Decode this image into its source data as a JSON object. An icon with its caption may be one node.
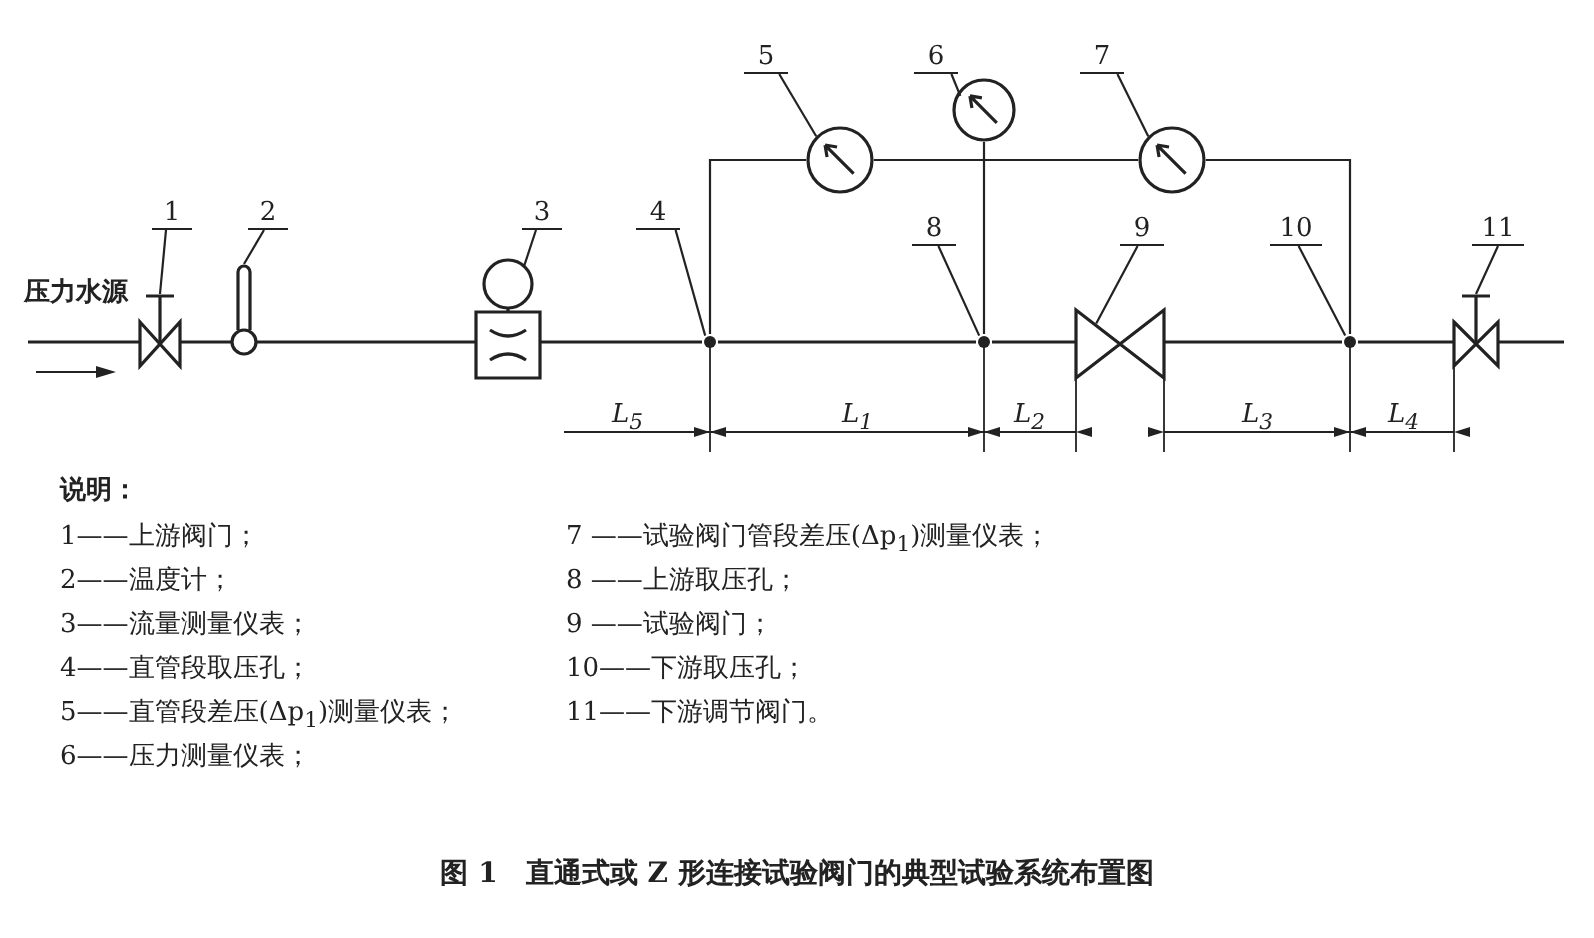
{
  "diagram": {
    "caption": "图 1　直通式或 Z 形连接试验阀门的典型试验系统布置图",
    "nodes": [
      {
        "text": [
          "1"
        ]
      },
      {
        "text": [
          "2"
        ]
      },
      {
        "text": [
          "3"
        ]
      },
      {
        "text": [
          "4"
        ]
      },
      {
        "text": [
          "5"
        ]
      },
      {
        "text": [
          "6"
        ]
      },
      {
        "text": [
          "7"
        ]
      },
      {
        "text": [
          "8"
        ]
      },
      {
        "text": [
          "9"
        ]
      },
      {
        "text": [
          "10"
        ]
      },
      {
        "text": [
          "11"
        ]
      },
      {
        "text": [],
        "shape": "valve"
      },
      {
        "text": [],
        "shape": "thermometer"
      },
      {
        "text": [],
        "shape": "flowmeter"
      },
      {
        "text": [],
        "shape": "dot"
      },
      {
        "text": [],
        "shape": "gauge"
      },
      {
        "text": [],
        "shape": "gauge"
      },
      {
        "text": [],
        "shape": "gauge"
      },
      {
        "text": [],
        "shape": "dot"
      },
      {
        "text": [],
        "shape": "valve"
      },
      {
        "text": [],
        "shape": "dot"
      },
      {
        "text": [],
        "shape": "valve"
      }
    ],
    "edges": [
      {
        "from": 0,
        "to": 11,
        "arrow": "none"
      },
      {
        "from": 1,
        "to": 12,
        "arrow": "none"
      },
      {
        "from": 2,
        "to": 13,
        "arrow": "none"
      },
      {
        "from": 3,
        "to": 14,
        "arrow": "none"
      },
      {
        "from": 4,
        "to": 15,
        "arrow": "none"
      },
      {
        "from": 5,
        "to": 16,
        "arrow": "none"
      },
      {
        "from": 6,
        "to": 17,
        "arrow": "none"
      },
      {
        "from": 7,
        "to": 18,
        "arrow": "none"
      },
      {
        "from": 8,
        "to": 19,
        "arrow": "none"
      },
      {
        "from": 9,
        "to": 20,
        "arrow": "none"
      },
      {
        "from": 10,
        "to": 21,
        "arrow": "none"
      },
      {
        "from": null,
        "to": 11,
        "arrow": "none"
      },
      {
        "from": 11,
        "to": 12,
        "arrow": "none"
      },
      {
        "from": 12,
        "to": 13,
        "arrow": "none"
      },
      {
        "from": 13,
        "to": 14,
        "arrow": "none"
      },
      {
        "from": 14,
        "to": 18,
        "arrow": "none"
      },
      {
        "from": 18,
        "to": 19,
        "arrow": "none"
      },
      {
        "from": 19,
        "to": 20,
        "arrow": "none"
      },
      {
        "from": 20,
        "to": 21,
        "arrow": "none"
      },
      {
        "from": 21,
        "to": null,
        "arrow": "none"
      },
      {
        "from": 14,
        "to": 15,
        "arrow": "none"
      },
      {
        "from": 15,
        "to": 17,
        "arrow": "none"
      },
      {
        "from": 17,
        "to": 20,
        "arrow": "none"
      },
      {
        "from": 18,
        "to": 16,
        "arrow": "none"
      }
    ],
    "labels": [
      "压力水源",
      "L$_{5}$",
      "L$_{1}$",
      "L$_{2}$",
      "L$_{3}$",
      "L$_{4}$",
      "说明：",
      "1——上游阀门；",
      "2——温度计；",
      "3——流量测量仪表；",
      "4——直管段取压孔；",
      "5——直管段差压(Δp$_{1}$)测量仪表；",
      "6——压力测量仪表；",
      "7 ——试验阀门管段差压(Δp$_{1}$)测量仪表；",
      "8 ——上游取压孔；",
      "9 ——试验阀门；",
      "10——下游取压孔；",
      "11——下游调节阀门。"
    ]
  }
}
